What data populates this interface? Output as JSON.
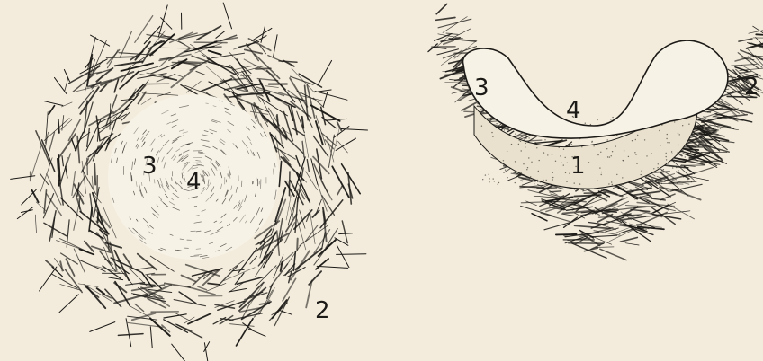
{
  "figure": {
    "left_view": {
      "labels": {
        "3": "3",
        "4": "4",
        "2": "2"
      }
    },
    "right_view": {
      "labels": {
        "3": "3",
        "4": "4",
        "2": "2",
        "1": "1"
      }
    },
    "colors": {
      "paper": "#f3ecdc",
      "ink": "#1c1a17",
      "interior": "#f7f2e6"
    }
  }
}
